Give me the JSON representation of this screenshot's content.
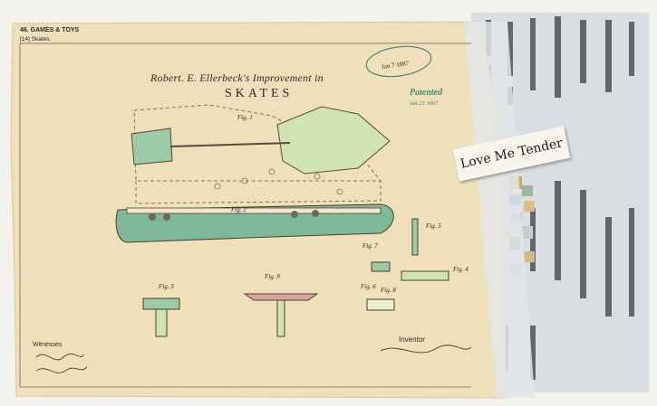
{
  "section": {
    "heading": "46. GAMES & TOYS",
    "sub": "[14] Skates."
  },
  "patent": {
    "title": "Robert. E. Ellerbeck's Improvement in",
    "heading": "SKATES",
    "stamp_date": "Jan 7 1887",
    "patented_label": "Patented",
    "patented_date": "Jan 22 1867"
  },
  "figures": [
    "Fig. 1",
    "Fig. 2",
    "Fig. 3",
    "Fig. 4",
    "Fig. 5",
    "Fig. 6",
    "Fig. 7",
    "Fig. 8",
    "Fig. 9"
  ],
  "labels": {
    "witnesses": "Witnesses",
    "inventor": "Inventor"
  },
  "tag": {
    "text": "Love Me Tender"
  },
  "colors": {
    "paper": "#eee0bb",
    "skate_blade": "#7fb79a",
    "teal_ink": "#4c8a7a",
    "newsprint": "#dfe3e6"
  }
}
